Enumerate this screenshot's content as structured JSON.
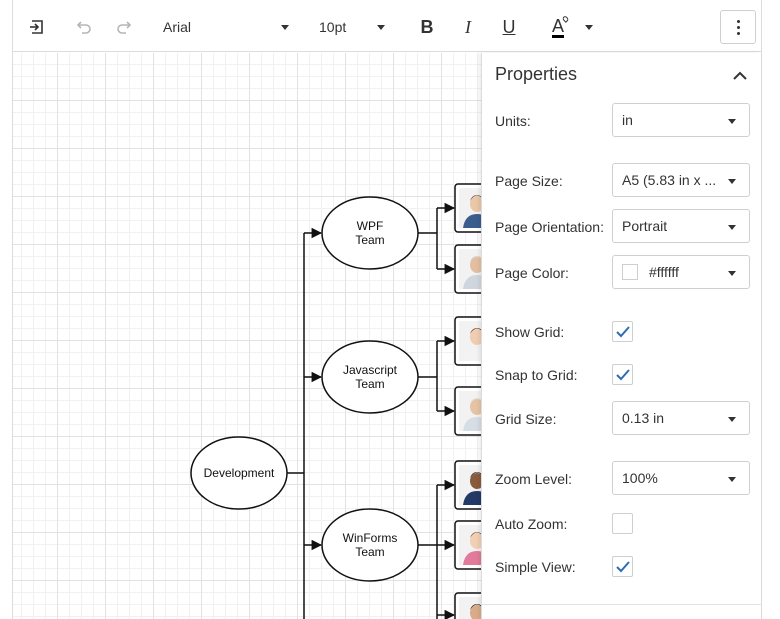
{
  "toolbar": {
    "font_family": "Arial",
    "font_size": "10pt",
    "bold_label": "B",
    "italic_label": "I",
    "underline_label": "U",
    "font_color_label": "A",
    "font_color": "#000000",
    "icons": [
      "exit-icon",
      "undo-icon",
      "redo-icon",
      "more-vertical-icon"
    ]
  },
  "diagram": {
    "nodes": [
      {
        "id": "development",
        "lines": [
          "Development"
        ]
      },
      {
        "id": "wpf",
        "lines": [
          "WPF",
          "Team"
        ]
      },
      {
        "id": "javascript",
        "lines": [
          "Javascript",
          "Team"
        ]
      },
      {
        "id": "winforms",
        "lines": [
          "WinForms",
          "Team"
        ]
      }
    ],
    "photo_cards": 7
  },
  "panel": {
    "title": "Properties",
    "units": {
      "label": "Units:",
      "value": "in"
    },
    "page_size": {
      "label": "Page Size:",
      "value": "A5 (5.83 in x ..."
    },
    "page_orientation": {
      "label": "Page Orientation:",
      "value": "Portrait"
    },
    "page_color": {
      "label": "Page Color:",
      "value": "#ffffff"
    },
    "show_grid": {
      "label": "Show Grid:",
      "checked": true
    },
    "snap_to_grid": {
      "label": "Snap to Grid:",
      "checked": true
    },
    "grid_size": {
      "label": "Grid Size:",
      "value": "0.13 in"
    },
    "zoom_level": {
      "label": "Zoom Level:",
      "value": "100%"
    },
    "auto_zoom": {
      "label": "Auto Zoom:",
      "checked": false
    },
    "simple_view": {
      "label": "Simple View:",
      "checked": true
    },
    "accent_color": "#2d6db4"
  }
}
